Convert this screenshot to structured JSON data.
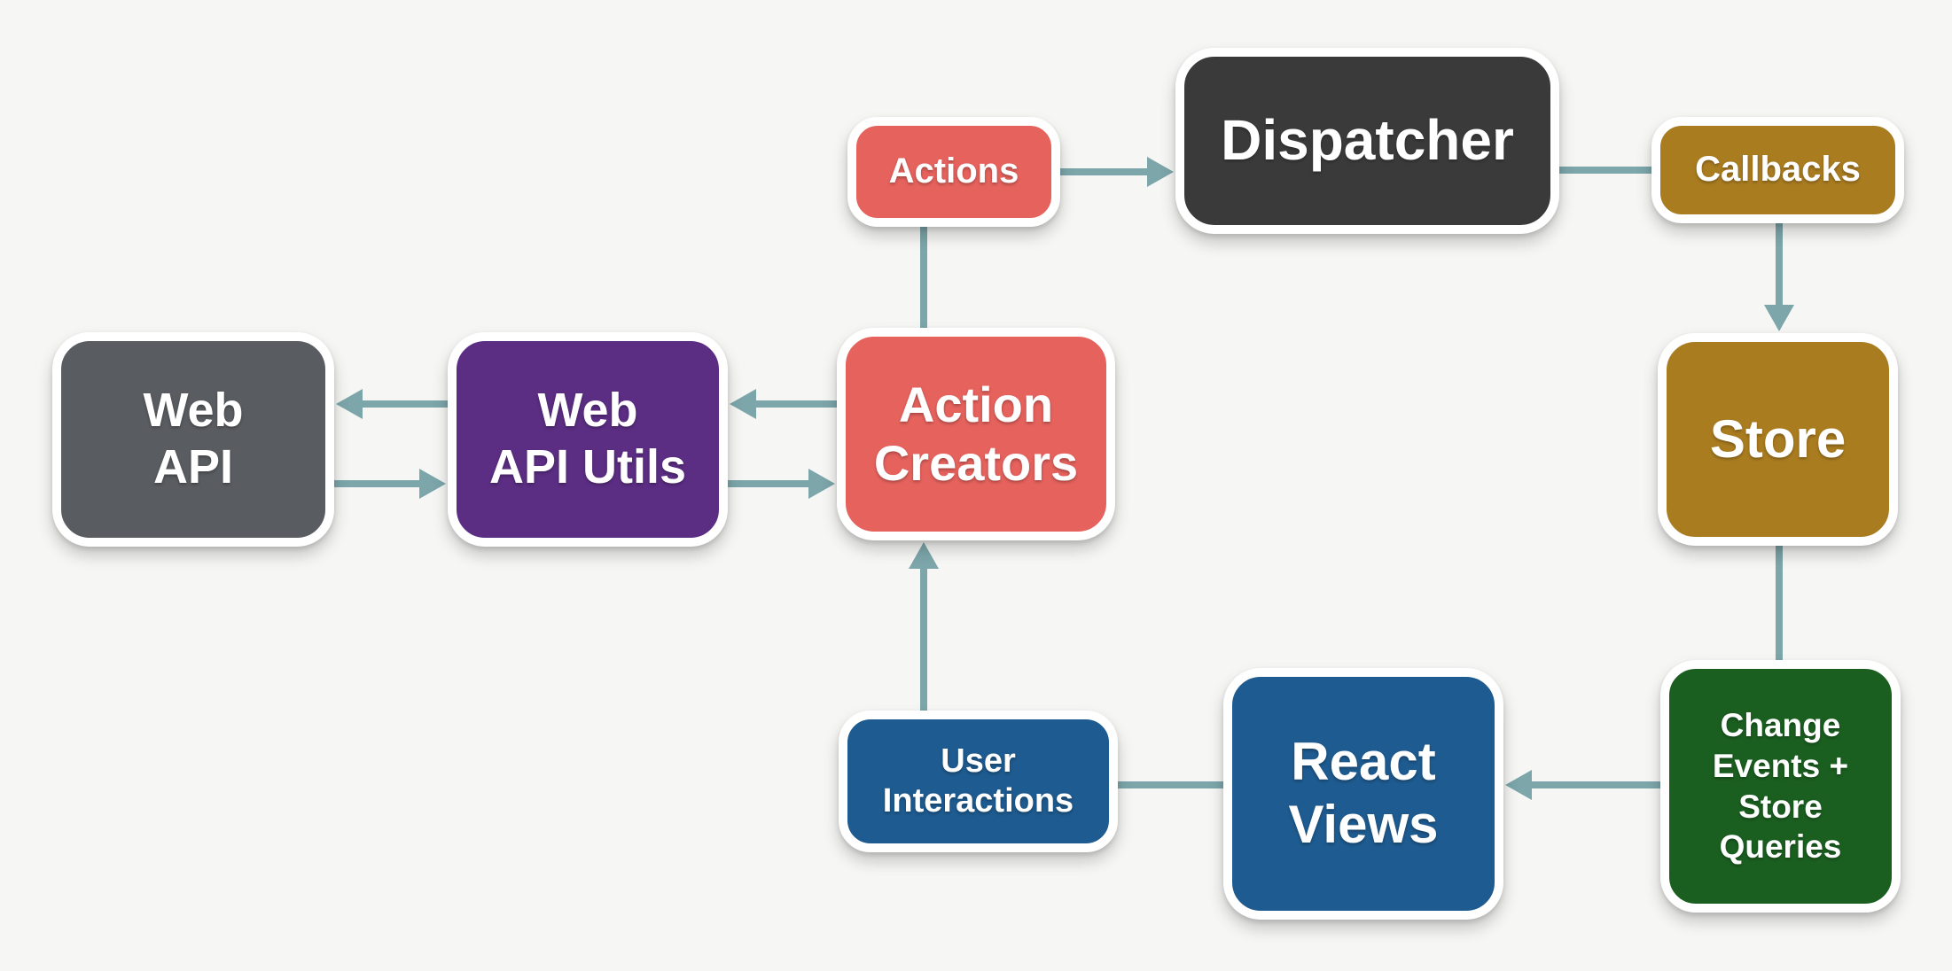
{
  "background_color": "#f6f6f4",
  "connector_color": "#7ca6aa",
  "nodes": {
    "actions": {
      "label": "Actions",
      "color": "#e6625d"
    },
    "dispatcher": {
      "label": "Dispatcher",
      "color": "#3b3a3a"
    },
    "callbacks": {
      "label": "Callbacks",
      "color": "#aa7c20"
    },
    "store": {
      "label": "Store",
      "color": "#aa7c20"
    },
    "change_events": {
      "line1": "Change",
      "line2": "Events +",
      "line3": "Store",
      "line4": "Queries",
      "color": "#1b5f20"
    },
    "react_views": {
      "line1": "React",
      "line2": "Views",
      "color": "#1e5b90"
    },
    "user_interactions": {
      "line1": "User",
      "line2": "Interactions",
      "color": "#1e5b90"
    },
    "action_creators": {
      "line1": "Action",
      "line2": "Creators",
      "color": "#e6625d"
    },
    "web_api_utils": {
      "line1": "Web",
      "line2": "API Utils",
      "color": "#5b2d83"
    },
    "web_api": {
      "line1": "Web",
      "line2": "API",
      "color": "#595c60"
    }
  },
  "edges": [
    {
      "from": "Action Creators",
      "to": "Actions",
      "arrowhead": false
    },
    {
      "from": "Actions",
      "to": "Dispatcher",
      "arrowhead": true
    },
    {
      "from": "Dispatcher",
      "to": "Callbacks",
      "arrowhead": false
    },
    {
      "from": "Callbacks",
      "to": "Store",
      "arrowhead": true
    },
    {
      "from": "Store",
      "to": "Change Events + Store Queries",
      "arrowhead": false
    },
    {
      "from": "Change Events + Store Queries",
      "to": "React Views",
      "arrowhead": true
    },
    {
      "from": "React Views",
      "to": "User Interactions",
      "arrowhead": false
    },
    {
      "from": "User Interactions",
      "to": "Action Creators",
      "arrowhead": true
    },
    {
      "from": "Action Creators",
      "to": "Web API Utils",
      "arrowhead": true
    },
    {
      "from": "Web API Utils",
      "to": "Action Creators",
      "arrowhead": true
    },
    {
      "from": "Web API Utils",
      "to": "Web API",
      "arrowhead": true
    },
    {
      "from": "Web API",
      "to": "Web API Utils",
      "arrowhead": true
    }
  ]
}
